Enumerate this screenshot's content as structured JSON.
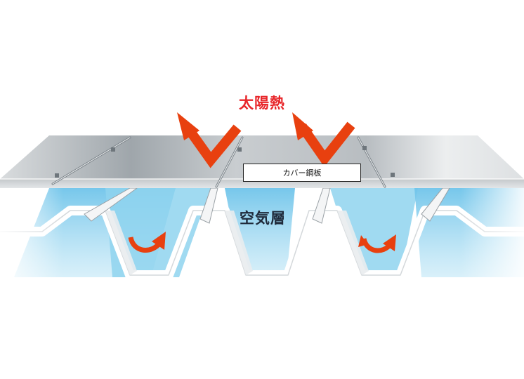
{
  "labels": {
    "solar_heat": "太陽熱",
    "air_layer": "空気層",
    "cover_sheet": "カバー鋼板"
  },
  "colors": {
    "arrow": "#e8400f",
    "solar_text": "#e8262a",
    "air_blue": "#8fd3ee"
  }
}
